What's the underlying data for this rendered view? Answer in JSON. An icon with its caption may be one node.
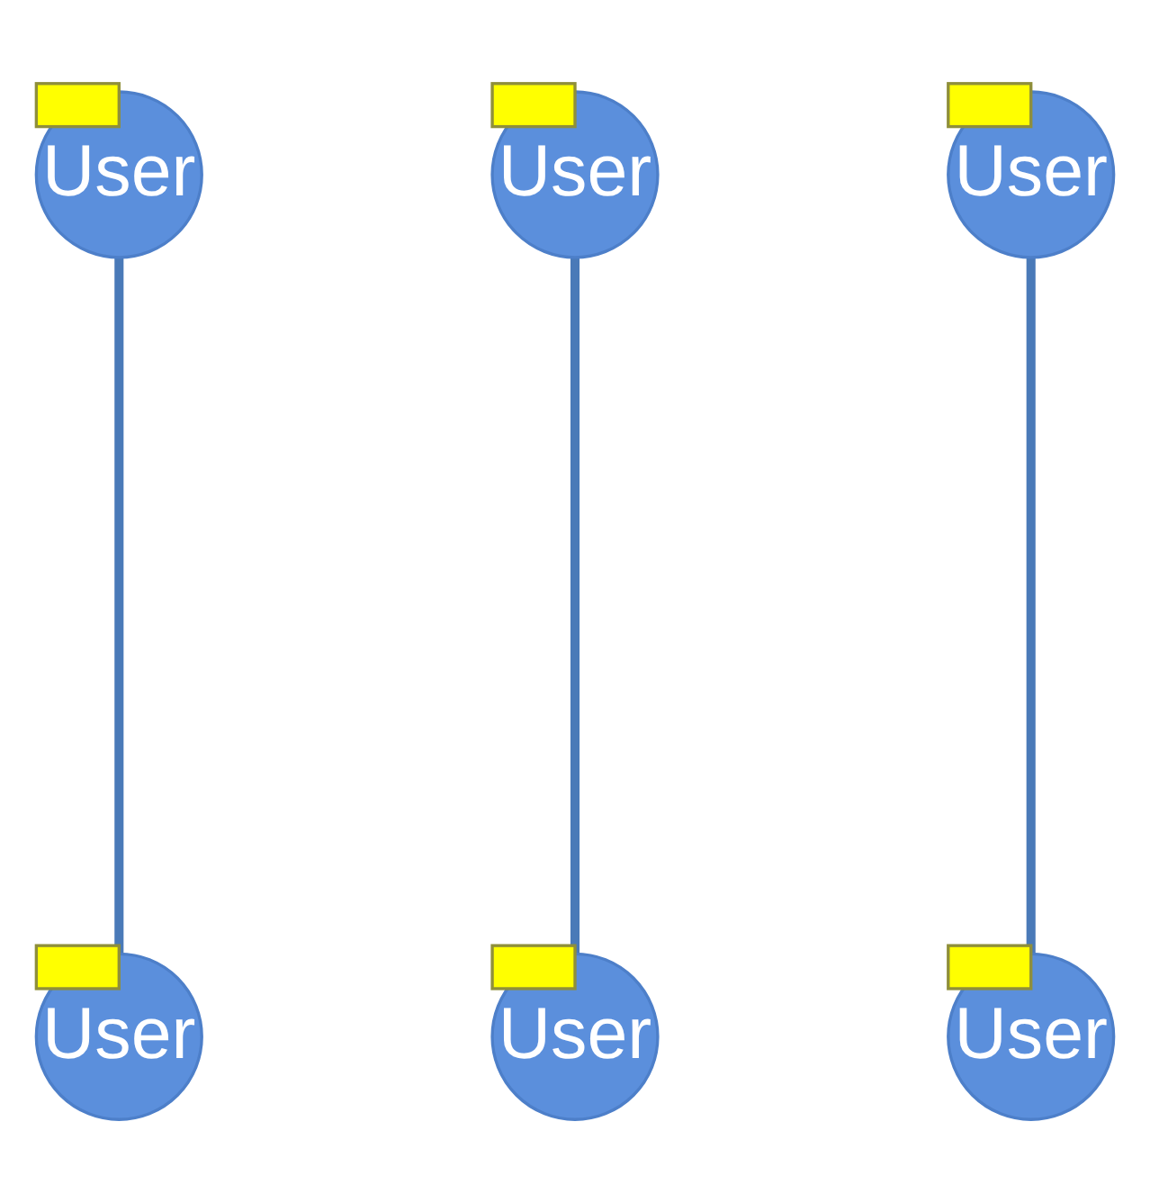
{
  "diagram": {
    "nodes": [
      {
        "text": [],
        "shape": "box"
      },
      {
        "text": [
          "User"
        ]
      },
      {
        "text": [],
        "shape": "box"
      },
      {
        "text": [
          "User"
        ]
      },
      {
        "text": [],
        "shape": "box"
      },
      {
        "text": [
          "User"
        ]
      },
      {
        "text": [],
        "shape": "box"
      },
      {
        "text": [
          "User"
        ]
      },
      {
        "text": [],
        "shape": "box"
      },
      {
        "text": [
          "User"
        ]
      },
      {
        "text": [],
        "shape": "box"
      },
      {
        "text": [
          "User"
        ]
      }
    ],
    "edges": [
      {
        "from": 1,
        "to": 11,
        "arrow": "none"
      },
      {
        "from": 3,
        "to": 9,
        "arrow": "none"
      },
      {
        "from": 5,
        "to": 7,
        "arrow": "none"
      }
    ]
  }
}
